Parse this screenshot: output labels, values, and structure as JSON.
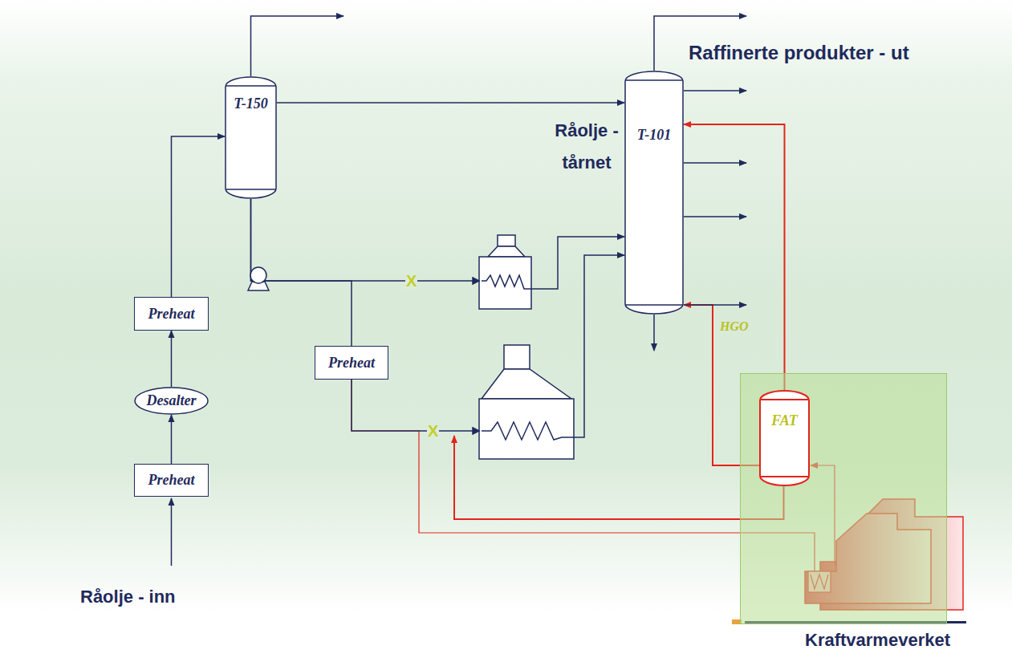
{
  "diagram": {
    "nodes": [
      {
        "text": [
          "T-150"
        ]
      },
      {
        "text": [
          "T-101"
        ]
      },
      {
        "text": [
          "Preheat"
        ]
      },
      {
        "text": [
          "Preheat"
        ]
      },
      {
        "text": [
          "Desalter"
        ]
      },
      {
        "text": [
          "Preheat"
        ]
      },
      {
        "text": [
          "Kraftvarmeverket"
        ]
      },
      {
        "text": [
          "FAT"
        ],
        "in": 6
      }
    ],
    "edges": [
      {
        "from": 5,
        "to": 4,
        "arrow": "to"
      },
      {
        "from": 4,
        "to": 2,
        "arrow": "to"
      },
      {
        "from": 2,
        "to": 0,
        "arrow": "to"
      },
      {
        "from": 0,
        "to": 1,
        "arrow": "to"
      },
      {
        "from": 0,
        "to": 1,
        "arrow": "to"
      },
      {
        "from": 0,
        "to": 3,
        "arrow": "none"
      },
      {
        "from": 3,
        "to": 1,
        "arrow": "to"
      },
      {
        "from": 3,
        "to": 6,
        "arrow": "none"
      },
      {
        "from": 7,
        "to": 1,
        "arrow": "to"
      },
      {
        "from": 7,
        "to": 1,
        "arrow": "to",
        "label": "HGO"
      }
    ],
    "labels": [
      "Raffinerte produkter - ut",
      "Råolje -tårnet",
      "Råolje - inn",
      "X",
      "X"
    ]
  }
}
